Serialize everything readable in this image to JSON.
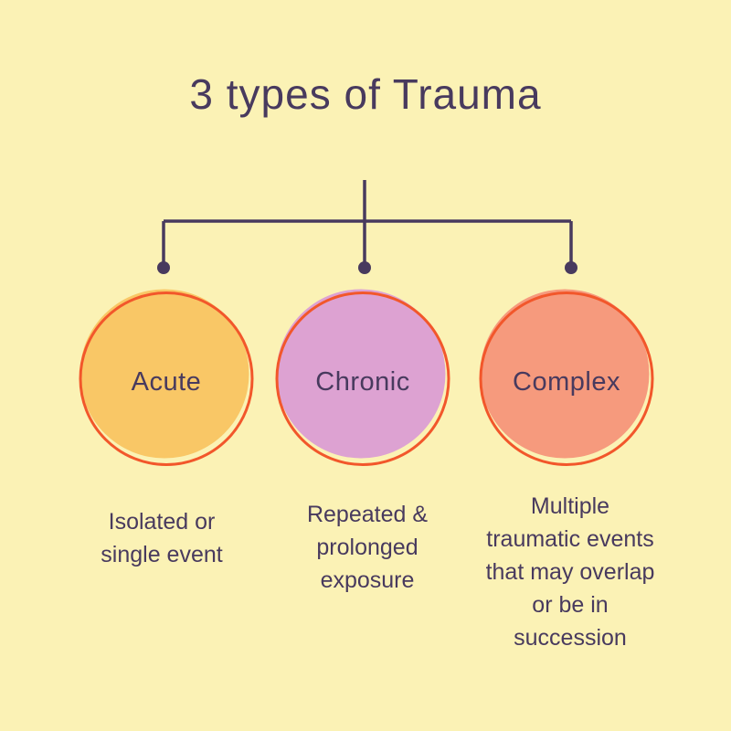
{
  "title": "3 types of Trauma",
  "palette": {
    "background": "#FBF2B5",
    "text": "#483A5E",
    "line": "#483A5E",
    "ring": "#F2572B"
  },
  "nodes": [
    {
      "label": "Acute",
      "fill_color": "#F9C766",
      "desc_lines": [
        "Isolated or",
        "single event"
      ]
    },
    {
      "label": "Chronic",
      "fill_color": "#DDA2D2",
      "desc_lines": [
        "Repeated &",
        "prolonged",
        "exposure"
      ]
    },
    {
      "label": "Complex",
      "fill_color": "#F69A7D",
      "desc_lines": [
        "Multiple",
        "traumatic events",
        "that may overlap",
        "or be in",
        "succession"
      ]
    }
  ]
}
